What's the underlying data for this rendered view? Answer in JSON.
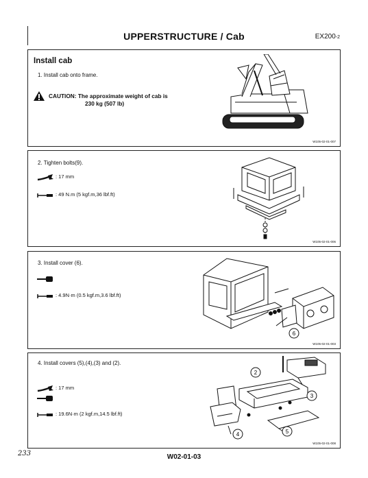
{
  "header": {
    "title": "UPPERSTRUCTURE / Cab",
    "model_main": "EX200",
    "model_sub": "-2"
  },
  "panel1": {
    "section_title": "Install cab",
    "step_text": "1.  Install cab onto frame.",
    "caution_line1": "CAUTION: The approximate weight of cab is",
    "caution_line2": "230 kg (507 lb)",
    "fig_code": "W105-02-01-007"
  },
  "panel2": {
    "step_text": "2.  Tighten bolts(9).",
    "wrench_value": ": 17 mm",
    "torque_value": ": 49 N.m (5 kgf.m,36 lbf.ft)",
    "fig_code": "W105-02-01-006"
  },
  "panel3": {
    "step_text": "3.  Install cover (6).",
    "torque_value": ": 4.9N·m (0.5 kgf.m,3.6 lbf.ft)",
    "callout_6": "6",
    "fig_code": "W105-02-01-003"
  },
  "panel4": {
    "step_text": "4.  Install covers (5),(4),(3) and (2).",
    "wrench_value": ": 17 mm",
    "torque_value": ": 19.6N·m (2 kgf.m,14.5 lbf.ft)",
    "callout_2": "2",
    "callout_3": "3",
    "callout_4": "4",
    "callout_5": "5",
    "fig_code": "W105-02-01-008"
  },
  "footer": {
    "page_number": "W02-01-03",
    "handwritten_note": "233"
  }
}
